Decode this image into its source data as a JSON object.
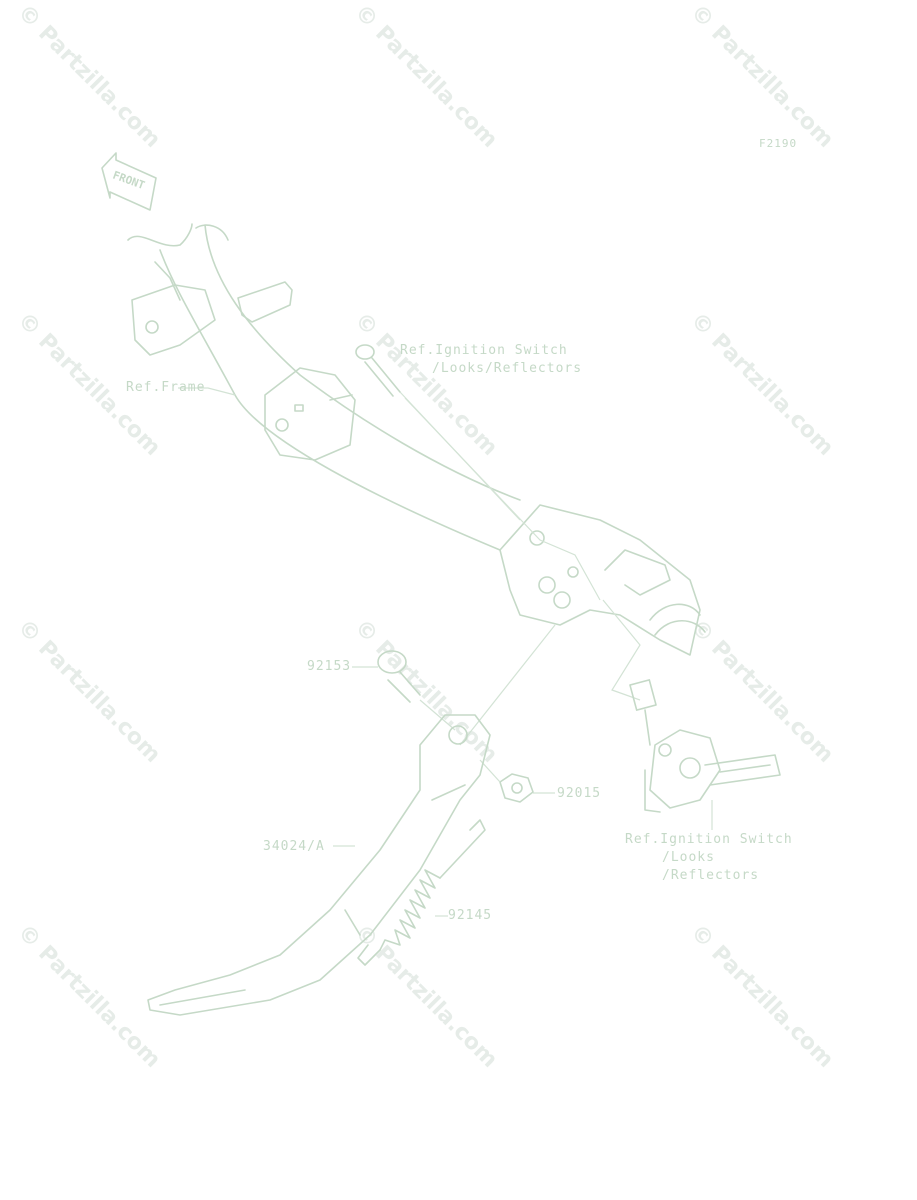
{
  "diagram": {
    "code": "F2190",
    "front_text": "FRONT",
    "watermark": "© Partzilla.com",
    "labels": {
      "ref_frame": "Ref.Frame",
      "ref_ignition_top_1": "Ref.Ignition Switch",
      "ref_ignition_top_2": "/Looks/Reflectors",
      "part_92153": "92153",
      "part_92015": "92015",
      "part_34024": "34024/A",
      "part_92145": "92145",
      "ref_ignition_bottom_1": "Ref.Ignition Switch",
      "ref_ignition_bottom_2": "/Looks",
      "ref_ignition_bottom_3": "/Reflectors"
    },
    "colors": {
      "line": "#c5d9c7",
      "watermark": "#e6ece8",
      "background": "#ffffff"
    }
  }
}
